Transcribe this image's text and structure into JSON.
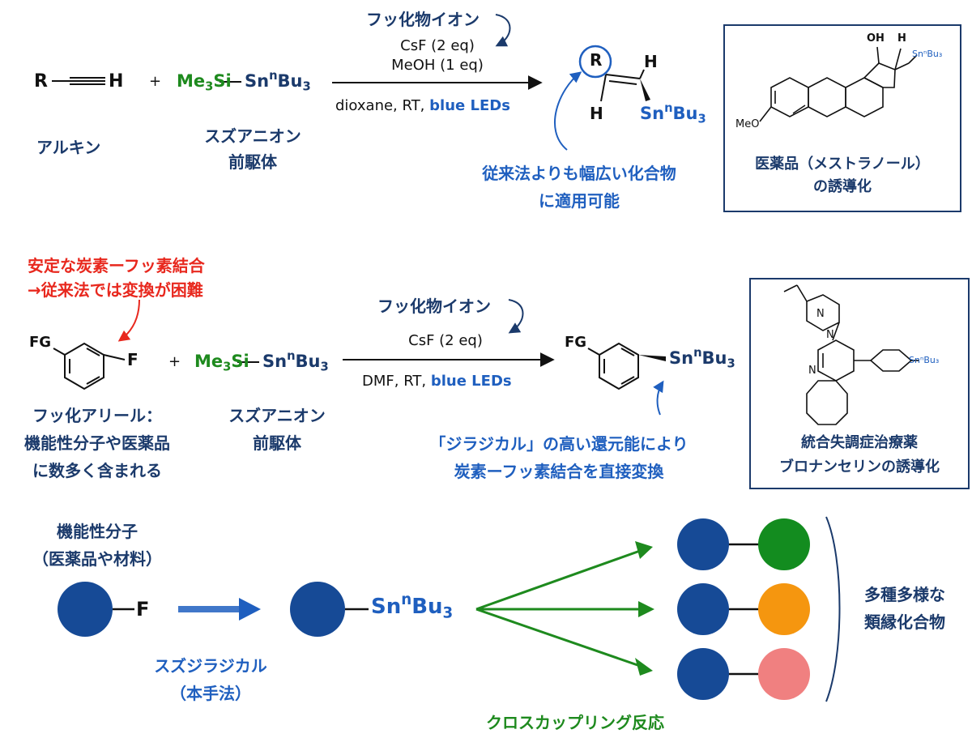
{
  "colors": {
    "navy": "#1b3a6b",
    "blue": "#1f5fbf",
    "green": "#1e8a1e",
    "red": "#e8281e",
    "node_navy": "#164a96",
    "node_green": "#138c1f",
    "node_orange": "#f5960f",
    "node_pink": "#f08080"
  },
  "reaction1": {
    "alkyne_R": "R",
    "alkyne_H": "H",
    "plus": "+",
    "silane_Me": "Me",
    "silane_3": "3",
    "silane_Si": "Si",
    "silane_Sn": "Sn",
    "silane_n": "n",
    "silane_Bu": "Bu",
    "silane_Bu3": "3",
    "label_alkyne": "アルキン",
    "label_precursor_1": "スズアニオン",
    "label_precursor_2": "前駆体",
    "fluoride_note": "フッ化物イオン",
    "cond_1": "CsF (2 eq)",
    "cond_2": "MeOH (1 eq)",
    "cond_3_plain": "dioxane, RT, ",
    "cond_3_blue": "blue LEDs",
    "product_R": "R",
    "product_H_top": "H",
    "product_H_left": "H",
    "product_Sn": "Sn",
    "product_n": "n",
    "product_Bu": "Bu",
    "product_3": "3",
    "scope_1": "従来法よりも幅広い化合物",
    "scope_2": "に適用可能",
    "box_caption_1": "医薬品（メストラノール）",
    "box_caption_2": "の誘導化",
    "box_OH": "OH",
    "box_H": "H",
    "box_MeO": "MeO",
    "box_sn": "SnⁿBu₃"
  },
  "reaction2": {
    "stable_note_1": "安定な炭素ーフッ素結合",
    "stable_note_2": "→従来法では変換が困難",
    "FG": "FG",
    "F": "F",
    "plus": "+",
    "silane_Me": "Me",
    "silane_3": "3",
    "silane_Si": "Si",
    "silane_Sn": "Sn",
    "silane_n": "n",
    "silane_Bu": "Bu",
    "silane_Bu3": "3",
    "label_aryl_1": "フッ化アリール：",
    "label_aryl_2": "機能性分子や医薬品",
    "label_aryl_3": "に数多く含まれる",
    "label_precursor_1": "スズアニオン",
    "label_precursor_2": "前駆体",
    "fluoride_note": "フッ化物イオン",
    "cond_1": "CsF (2 eq)",
    "cond_2_plain": "DMF, RT, ",
    "cond_2_blue": "blue LEDs",
    "product_FG": "FG",
    "product_Sn": "Sn",
    "product_n": "n",
    "product_Bu": "Bu",
    "product_3": "3",
    "mech_1": "「ジラジカル」の高い還元能により",
    "mech_2": "炭素ーフッ素結合を直接変換",
    "box_caption_1": "統合失調症治療薬",
    "box_caption_2": "ブロナンセリンの誘導化",
    "box_N1": "N",
    "box_N2": "N",
    "box_N3": "N",
    "box_sn": "SnⁿBu₃"
  },
  "summary": {
    "func_1": "機能性分子",
    "func_2": "（医薬品や材料）",
    "F": "F",
    "method_1": "スズジラジカル",
    "method_2": "（本手法）",
    "sn_Sn": "Sn",
    "sn_n": "n",
    "sn_Bu": "Bu",
    "sn_3": "3",
    "cross_coupling": "クロスカップリング反応",
    "diverse_1": "多種多様な",
    "diverse_2": "類縁化合物"
  }
}
